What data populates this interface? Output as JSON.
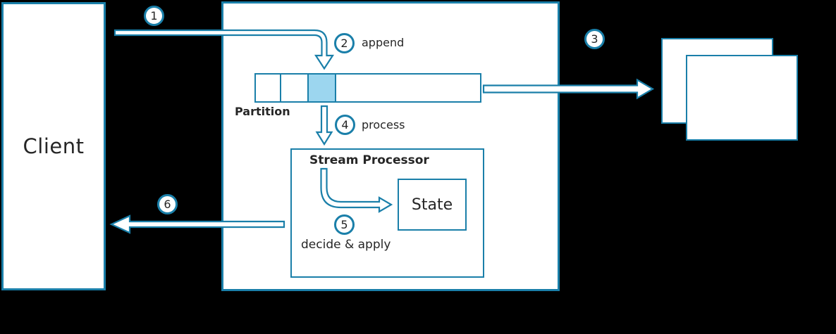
{
  "colors": {
    "background": "#000000",
    "stroke": "#1a7fa9",
    "highlight_fill": "#9cd6ef",
    "box_fill": "#ffffff",
    "text": "#262626"
  },
  "nodes": {
    "client": {
      "label": "Client"
    },
    "partition": {
      "label": "Partition",
      "segment_count": 4,
      "highlighted_segment_index": 2
    },
    "stream_processor": {
      "label": "Stream Processor"
    },
    "state": {
      "label": "State"
    },
    "replica_boxes": {
      "count": 2
    }
  },
  "steps": [
    {
      "num": "1",
      "label": ""
    },
    {
      "num": "2",
      "label": "append"
    },
    {
      "num": "3",
      "label": ""
    },
    {
      "num": "4",
      "label": "process"
    },
    {
      "num": "5",
      "label": "decide & apply"
    },
    {
      "num": "6",
      "label": ""
    }
  ]
}
